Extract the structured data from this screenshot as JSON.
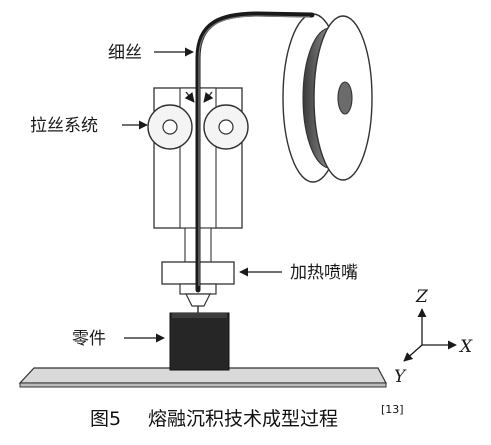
{
  "labels": {
    "filament": "细丝",
    "feed_system": "拉丝系统",
    "nozzle": "加热喷嘴",
    "part": "零件"
  },
  "axes": {
    "z": "Z",
    "x": "X",
    "y": "Y"
  },
  "caption": {
    "number": "图5",
    "title": "熔融沉积技术成型过程",
    "ref": "[13]"
  }
}
